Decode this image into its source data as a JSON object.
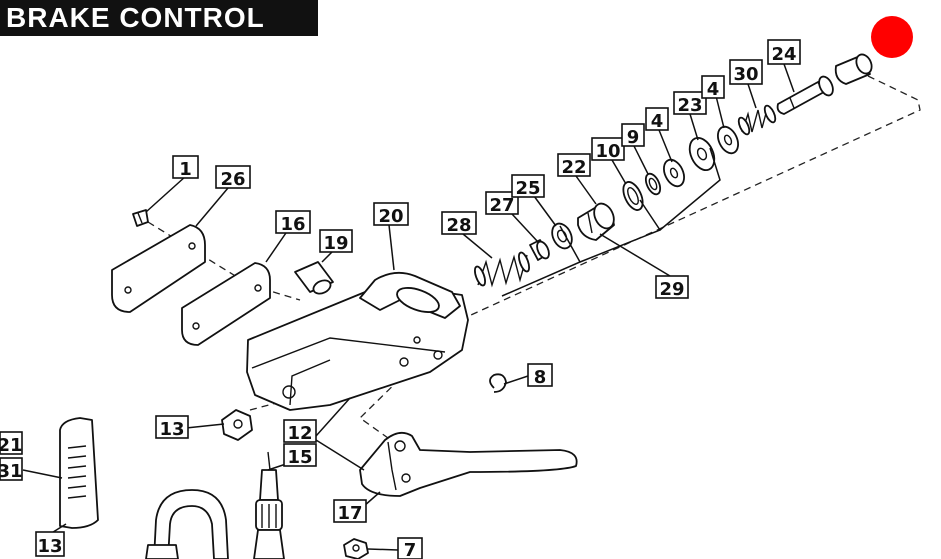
{
  "title": "BRAKE CONTROL",
  "marker_color": "#ff0000",
  "callouts": {
    "c1": "1",
    "c26": "26",
    "c16": "16",
    "c19": "19",
    "c20": "20",
    "c28": "28",
    "c27": "27",
    "c25": "25",
    "c22": "22",
    "c10": "10",
    "c9": "9",
    "c4a": "4",
    "c23": "23",
    "c4b": "4",
    "c30": "30",
    "c24": "24",
    "c29": "29",
    "c8": "8",
    "c13a": "13",
    "c12": "12",
    "c15": "15",
    "c17": "17",
    "c21": "21",
    "c31": "31",
    "c13b": "13",
    "c7": "7"
  }
}
